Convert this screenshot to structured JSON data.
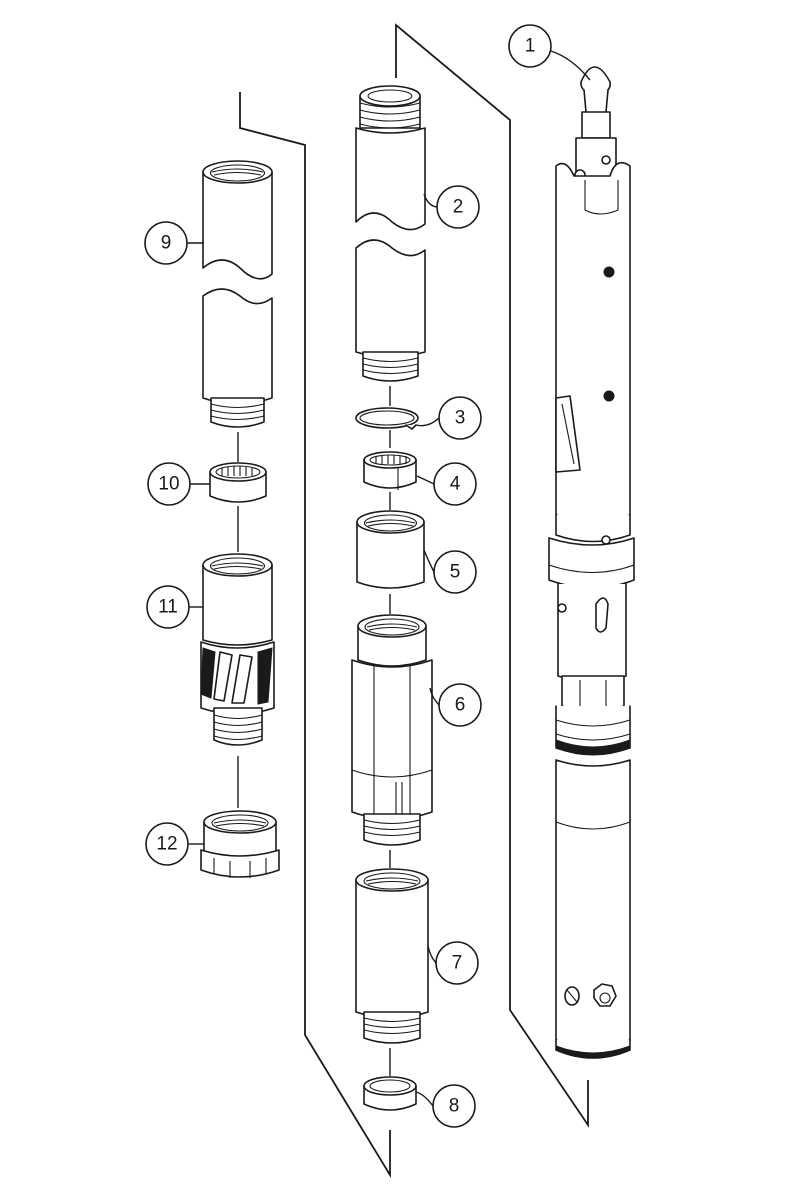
{
  "diagram": {
    "callouts": [
      {
        "id": "1",
        "label": "1"
      },
      {
        "id": "2",
        "label": "2"
      },
      {
        "id": "3",
        "label": "3"
      },
      {
        "id": "4",
        "label": "4"
      },
      {
        "id": "5",
        "label": "5"
      },
      {
        "id": "6",
        "label": "6"
      },
      {
        "id": "7",
        "label": "7"
      },
      {
        "id": "8",
        "label": "8"
      },
      {
        "id": "9",
        "label": "9"
      },
      {
        "id": "10",
        "label": "10"
      },
      {
        "id": "11",
        "label": "11"
      },
      {
        "id": "12",
        "label": "12"
      }
    ],
    "colors": {
      "ink": "#1a1a1a",
      "paper": "#ffffff"
    }
  }
}
